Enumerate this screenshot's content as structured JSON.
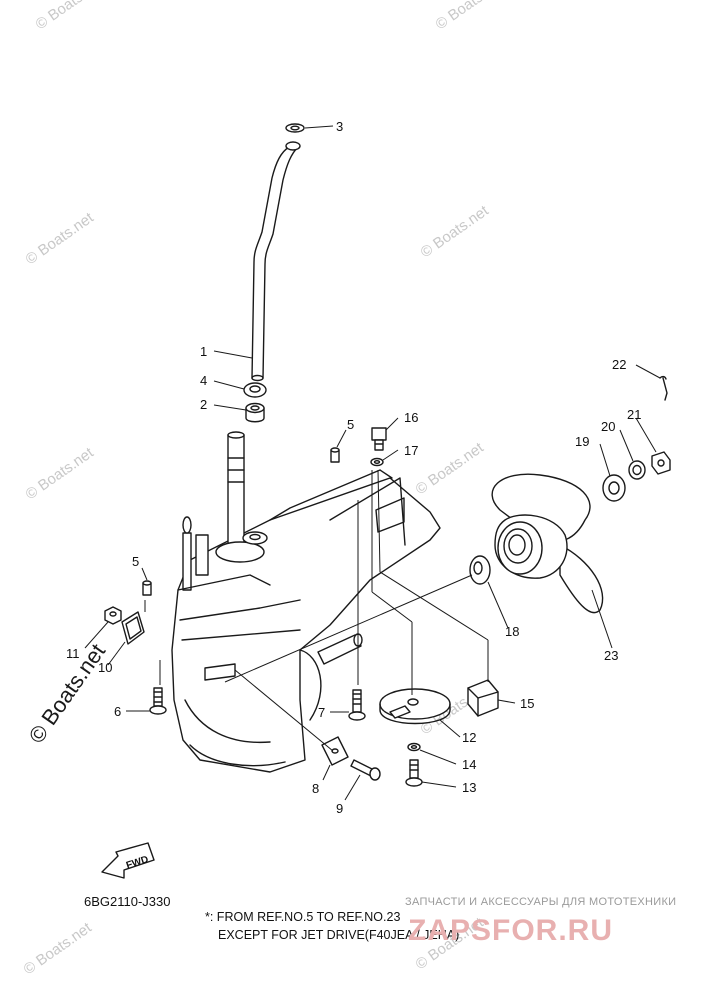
{
  "watermark": {
    "text": "© Boats.net",
    "side_text": "© Boats.net"
  },
  "callouts": [
    {
      "id": "callout-1",
      "label": "1"
    },
    {
      "id": "callout-2",
      "label": "2"
    },
    {
      "id": "callout-3",
      "label": "3"
    },
    {
      "id": "callout-4",
      "label": "4"
    },
    {
      "id": "callout-5a",
      "label": "5"
    },
    {
      "id": "callout-5b",
      "label": "5"
    },
    {
      "id": "callout-6",
      "label": "6"
    },
    {
      "id": "callout-7",
      "label": "7"
    },
    {
      "id": "callout-8",
      "label": "8"
    },
    {
      "id": "callout-9",
      "label": "9"
    },
    {
      "id": "callout-10",
      "label": "10"
    },
    {
      "id": "callout-11",
      "label": "11"
    },
    {
      "id": "callout-12",
      "label": "12"
    },
    {
      "id": "callout-13",
      "label": "13"
    },
    {
      "id": "callout-14",
      "label": "14"
    },
    {
      "id": "callout-15",
      "label": "15"
    },
    {
      "id": "callout-16",
      "label": "16"
    },
    {
      "id": "callout-17",
      "label": "17"
    },
    {
      "id": "callout-18",
      "label": "18"
    },
    {
      "id": "callout-19",
      "label": "19"
    },
    {
      "id": "callout-20",
      "label": "20"
    },
    {
      "id": "callout-21",
      "label": "21"
    },
    {
      "id": "callout-22",
      "label": "22"
    },
    {
      "id": "callout-23",
      "label": "23"
    }
  ],
  "fwd_label": "FWD",
  "diagram_code": "6BG2110-J330",
  "note": {
    "line1": "*: FROM REF.NO.5 TO REF.NO.23",
    "line2": "EXCEPT FOR JET DRIVE(F40JEA / JEHA)"
  },
  "branding": {
    "tagline": "ЗАПЧАСТИ И АКСЕССУАРЫ ДЛЯ МОТОТЕХНИКИ",
    "logo": "ZAPSFOR.RU"
  }
}
